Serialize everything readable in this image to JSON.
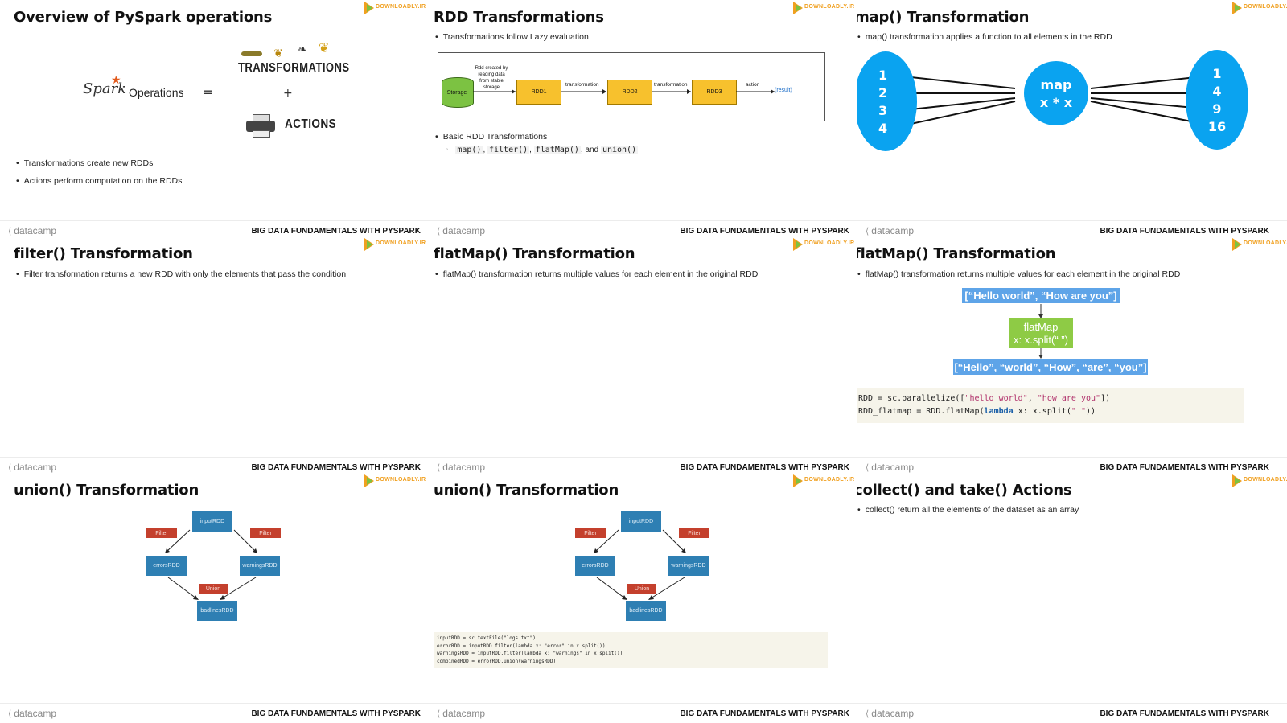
{
  "footer": {
    "brand": "datacamp",
    "course": "BIG DATA FUNDAMENTALS WITH PYSPARK"
  },
  "badge_text": "DOWNLOADLY.IR",
  "slides": [
    {
      "title": "Overview of PySpark operations",
      "spark_logo": "Spark",
      "operations": "Operations",
      "equals": "=",
      "plus": "+",
      "transformations": "TRANSFORMATIONS",
      "actions": "ACTIONS",
      "bullets": [
        "Transformations create new RDDs",
        "Actions perform computation on the RDDs"
      ]
    },
    {
      "title": "RDD Transformations",
      "bullet1": "Transformations follow Lazy evaluation",
      "storage": "Storage",
      "storage_note": "Rdd created by reading data from stable storage",
      "rdd1": "RDD1",
      "rdd2": "RDD2",
      "rdd3": "RDD3",
      "edge1": "transformation",
      "edge2": "transformation",
      "edge3": "action",
      "result": "(result)",
      "bullet2": "Basic RDD Transformations",
      "sub_codes": [
        "map()",
        "filter()",
        "flatMap()",
        "union()"
      ],
      "sep1": ",",
      "sep2": ",",
      "sep3": ", and"
    },
    {
      "title": "map() Transformation",
      "bullet1": "map() transformation applies a function to all elements in the RDD",
      "inputs": [
        "1",
        "2",
        "3",
        "4"
      ],
      "map_label": "map",
      "map_fn": "x * x",
      "outputs": [
        "1",
        "4",
        "9",
        "16"
      ]
    },
    {
      "title": "filter() Transformation",
      "bullet1": "Filter transformation returns a new RDD with only the elements that pass the condition"
    },
    {
      "title": "flatMap() Transformation",
      "bullet1": "flatMap() transformation returns multiple values for each element in the original RDD"
    },
    {
      "title": "flatMap() Transformation",
      "bullet1": "flatMap() transformation returns multiple values for each element in the original RDD",
      "top_box": "[“Hello world”, “How are you”]",
      "mid_box1": "flatMap",
      "mid_box2": "x: x.split(“ ”)",
      "bottom_box": "[“Hello”, “world”, “How”, “are”, “you”]",
      "code_line1_a": "RDD = sc.parallelize([",
      "code_line1_s1": "\"hello world\"",
      "code_line1_b": ", ",
      "code_line1_s2": "\"how are you\"",
      "code_line1_c": "])",
      "code_line2_a": "RDD_flatmap = RDD.flatMap(",
      "code_line2_kw": "lambda",
      "code_line2_b": " x: x.split(",
      "code_line2_s": "\" \"",
      "code_line2_c": "))"
    },
    {
      "title": "union() Transformation",
      "input": "inputRDD",
      "filter_l": "Filter",
      "filter_r": "Filter",
      "errors": "errorsRDD",
      "warnings": "warningsRDD",
      "union": "Union",
      "bad": "badlinesRDD"
    },
    {
      "title": "union() Transformation",
      "input": "inputRDD",
      "filter_l": "Filter",
      "filter_r": "Filter",
      "errors": "errorsRDD",
      "warnings": "warningsRDD",
      "union": "Union",
      "bad": "badlinesRDD",
      "code": [
        "inputRDD = sc.textFile(\"logs.txt\")",
        "errorRDD = inputRDD.filter(lambda x: \"error\" in x.split())",
        "warningsRDD = inputRDD.filter(lambda x: \"warnings\" in x.split())",
        "combinedRDD = errorRDD.union(warningsRDD)"
      ]
    },
    {
      "title": "collect() and take() Actions",
      "bullet1": "collect() return all the elements of the dataset as an array"
    }
  ],
  "colors": {
    "rdd_box": "#f7c12d",
    "storage": "#7cc242",
    "map_blue": "#0aa3f0",
    "flat_blue": "#5ea4e8",
    "flat_green": "#8ecb45",
    "union_blue": "#2e7fb3",
    "union_red": "#c4402d"
  }
}
